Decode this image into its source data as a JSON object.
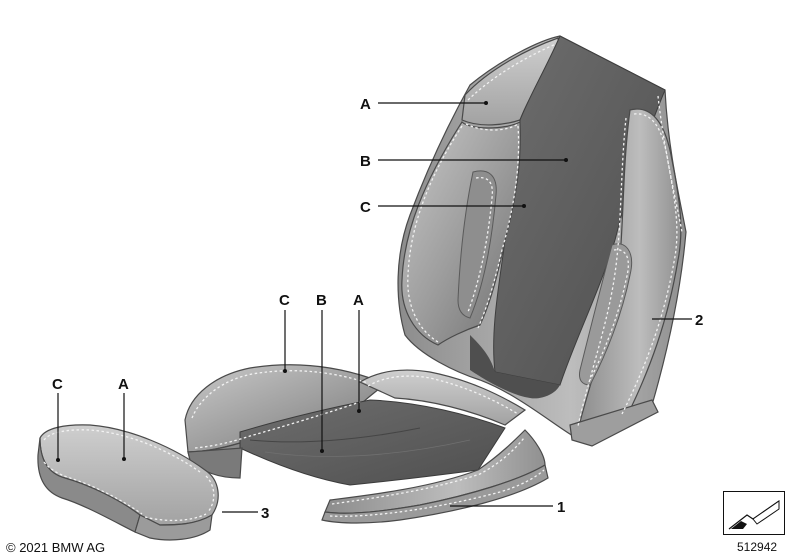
{
  "callouts": {
    "back_A": "A",
    "back_B": "B",
    "back_C": "C",
    "cushion_C": "C",
    "cushion_B": "B",
    "cushion_A": "A",
    "bolster_C": "C",
    "bolster_A": "A",
    "part_1": "1",
    "part_2": "2",
    "part_3": "3"
  },
  "footer": {
    "copyright": "© 2021 BMW AG",
    "diagram_number": "512942"
  },
  "icons": {
    "reference_symbol": "arrow-cut-symbol-icon"
  },
  "colors": {
    "leather": "#a8a8a8",
    "leather_dark": "#7d7d7d",
    "center_panel": "#5e5e5e",
    "stitching": "#f2f2f2",
    "ink": "#111111"
  }
}
